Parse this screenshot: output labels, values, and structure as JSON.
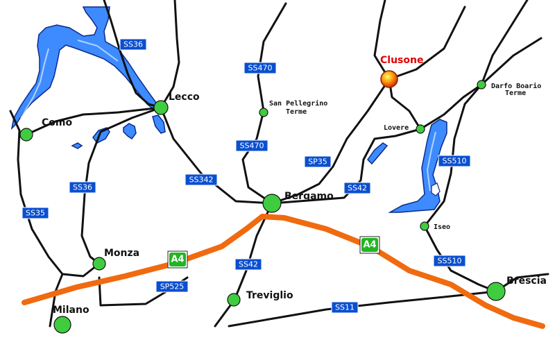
{
  "cities": [
    {
      "id": "como",
      "name": "Como"
    },
    {
      "id": "lecco",
      "name": "Lecco"
    },
    {
      "id": "monza",
      "name": "Monza"
    },
    {
      "id": "milano",
      "name": "Milano"
    },
    {
      "id": "bergamo",
      "name": "Bergamo"
    },
    {
      "id": "treviglio",
      "name": "Treviglio"
    },
    {
      "id": "brescia",
      "name": "Brescia"
    }
  ],
  "towns": [
    {
      "id": "san-pellegrino",
      "line1": "San Pellegrino",
      "line2": "Terme"
    },
    {
      "id": "lovere",
      "line1": "Lovere"
    },
    {
      "id": "darfo-boario",
      "line1": "Darfo Boario",
      "line2": "Terme"
    },
    {
      "id": "iseo",
      "line1": "Iseo"
    }
  ],
  "highlight": {
    "name": "Clusone",
    "color": "#e00000"
  },
  "road_labels": {
    "ss36_north": "SS36",
    "ss36_south": "SS36",
    "ss35": "SS35",
    "ss470_north": "SS470",
    "ss470_south": "SS470",
    "ss342": "SS342",
    "sp35": "SP35",
    "ss42_north": "SS42",
    "ss42_south": "SS42",
    "ss510_north": "SS510",
    "ss510_south": "SS510",
    "sp525": "SP525",
    "ss11": "SS11"
  },
  "motorway": {
    "name_1": "A4",
    "name_2": "A4",
    "color": "#f06a10"
  },
  "colors": {
    "lake": "#3d8bff",
    "shield": "#0a4fd0",
    "town_dot": "#3fcc3f",
    "motorway_badge": "#22b522"
  }
}
